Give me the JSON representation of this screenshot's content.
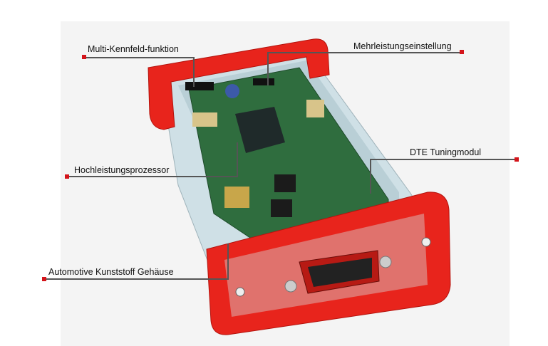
{
  "callouts": {
    "multi_kennfeld": "Multi-Kennfeld-funktion",
    "mehrleistung": "Mehrleistungseinstellung",
    "prozessor": "Hochleistungsprozessor",
    "tuningmodul": "DTE Tuningmodul",
    "gehaeuse": "Automotive Kunststoff Gehäuse"
  },
  "colors": {
    "housing_red": "#e8241c",
    "pcb_green": "#2f6d3e",
    "marker": "#d4141a",
    "leader": "#555555"
  }
}
